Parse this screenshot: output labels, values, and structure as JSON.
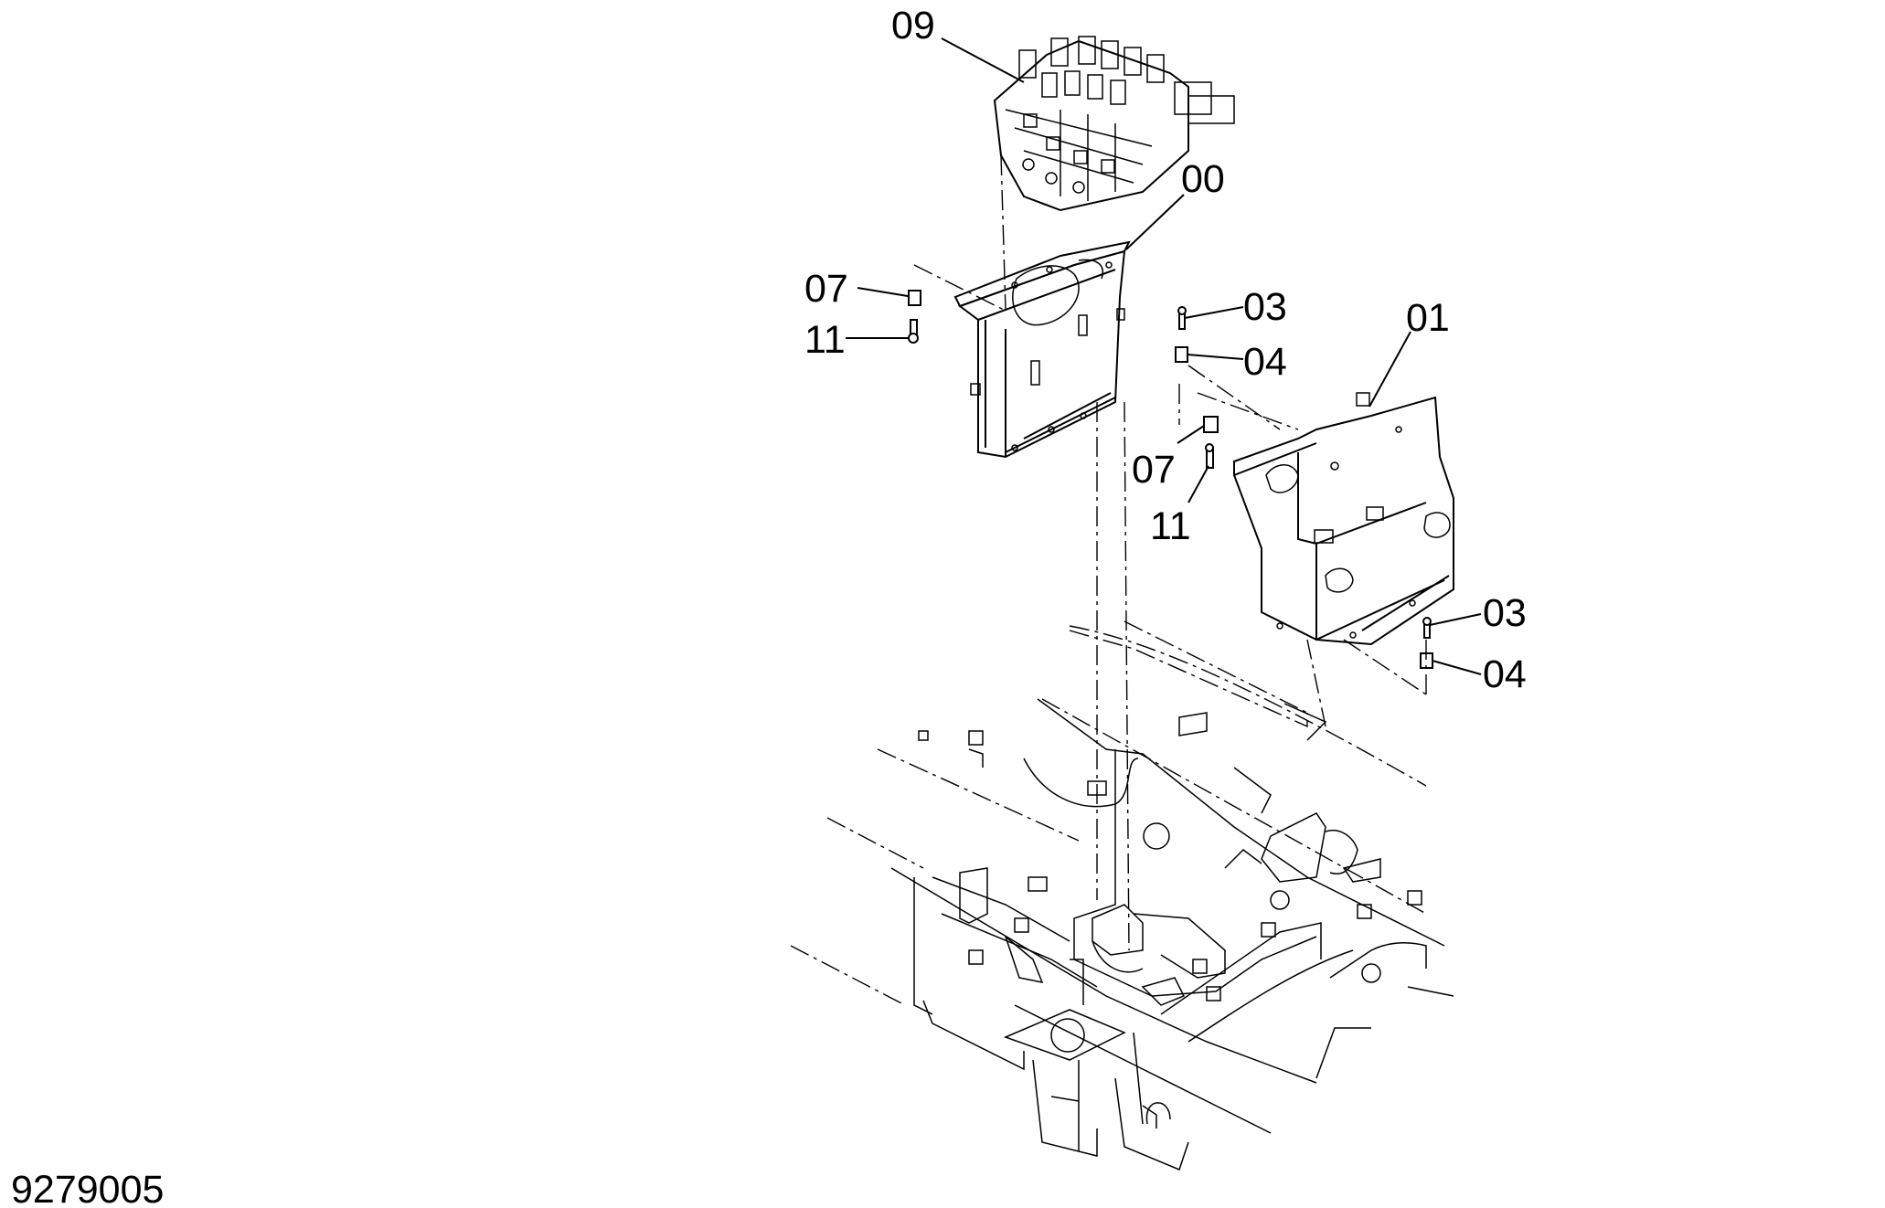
{
  "drawing_number": "9279005",
  "callouts": {
    "c09": "09",
    "c00": "00",
    "c07a": "07",
    "c11a": "11",
    "c03a": "03",
    "c04a": "04",
    "c01": "01",
    "c07b": "07",
    "c11b": "11",
    "c03b": "03",
    "c04b": "04"
  }
}
